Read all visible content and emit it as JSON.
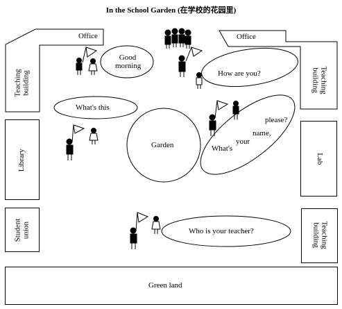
{
  "title": "In the School Garden (在学校的花园里)",
  "buildings": {
    "office_left": "Office",
    "office_right": "Office",
    "teaching_left": "Teaching\nbuilding",
    "teaching_right_top": "Teaching\nbuilding",
    "library": "Library",
    "lab": "Lab",
    "student_union": "Student\nunion",
    "teaching_right_bottom": "Teaching\nbuilding",
    "green_land": "Green land",
    "garden": "Garden"
  },
  "bubbles": {
    "good_morning": "Good\nmorning",
    "how_are_you": "How are you?",
    "whats_this": "What's this",
    "whats_your_name": [
      "What's",
      "your",
      "name,",
      "please?"
    ],
    "who_is_your_teacher": "Who is your teacher?"
  }
}
